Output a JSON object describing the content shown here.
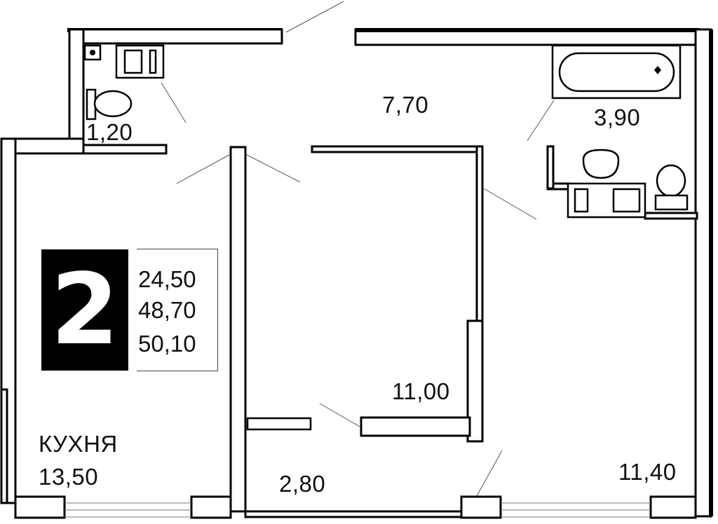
{
  "summary": {
    "rooms_count": "2",
    "areas": [
      "24,50",
      "48,70",
      "50,10"
    ]
  },
  "rooms": {
    "wc": {
      "area": "1,20"
    },
    "hall": {
      "area": "7,70"
    },
    "bathroom": {
      "area": "3,90"
    },
    "kitchen": {
      "name": "КУХНЯ",
      "area": "13,50"
    },
    "corridor": {
      "area": "2,80"
    },
    "bedroom": {
      "area": "11,00"
    },
    "living": {
      "area": "11,40"
    }
  },
  "colors": {
    "wall": "#000000",
    "background": "#ffffff",
    "badge": "#000000",
    "badge_text": "#ffffff"
  }
}
